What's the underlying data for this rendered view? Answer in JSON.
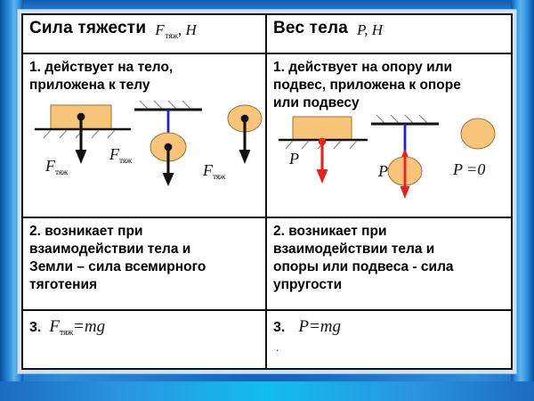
{
  "slide": {
    "frame_color": "#1567bb",
    "frame_accent": "#12bdf0",
    "body_fill": "#F7C47A",
    "gravity_arrow_color": "#111111",
    "weight_arrow_color": "#e8211c",
    "thread_color": "#2222cc"
  },
  "table": {
    "columns": [
      {
        "header_title": "Сила тяжести",
        "header_symbol": "F",
        "header_symbol_sub": "тяж",
        "header_symbol_unit": ", Н"
      },
      {
        "header_title": "Вес тела",
        "header_symbol": "P",
        "header_symbol_sub": "",
        "header_symbol_unit": ", Н"
      }
    ],
    "rows": [
      {
        "id": "row-1",
        "left_text": "1. действует на тело,\nприложена к телу",
        "right_text": "1. действует на опору или\nподвес, приложена к опоре\nили подвесу",
        "left_diagrams": [
          {
            "name": "block-on-support",
            "label": "F",
            "label_sub": "тяж"
          },
          {
            "name": "ball-on-thread",
            "label": "F",
            "label_sub": "тяж"
          },
          {
            "name": "free-falling-ball",
            "label": "F",
            "label_sub": "тяж"
          }
        ],
        "right_diagrams": [
          {
            "name": "block-on-support",
            "label": "P",
            "label_sub": ""
          },
          {
            "name": "ball-on-thread",
            "label": "P",
            "label_sub": ""
          },
          {
            "name": "free-ball-weightless",
            "label": "P =0",
            "label_sub": ""
          }
        ]
      },
      {
        "id": "row-2",
        "left_text": "2. возникает при\nвзаимодействии тела и\nЗемли – сила всемирного\nтяготения",
        "right_text": "2. возникает при\nвзаимодействии тела и\nопоры или подвеса - сила\nупругости"
      },
      {
        "id": "row-3",
        "left_number": "3.",
        "left_formula_symbol": "F",
        "left_formula_sub": "тяж",
        "left_formula_rest": "=mg",
        "right_number": "3.",
        "right_formula_symbol": "P",
        "right_formula_sub": "",
        "right_formula_rest": "=mg",
        "right_trailing_mark": "."
      }
    ]
  }
}
